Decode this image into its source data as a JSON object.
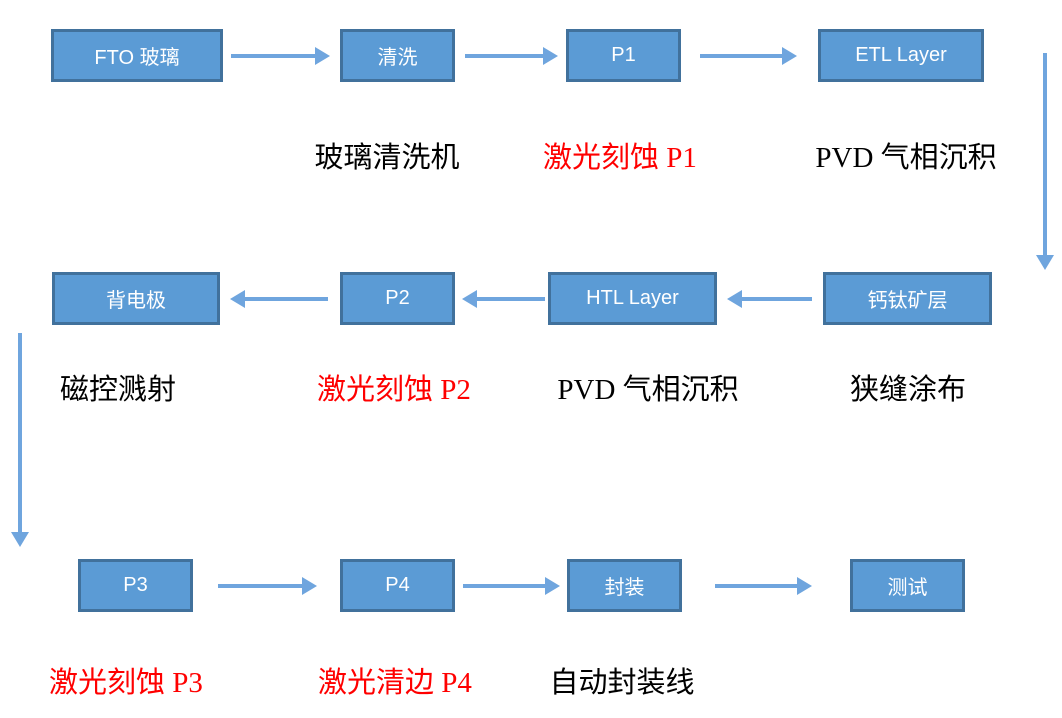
{
  "colors": {
    "box_fill": "#5B9BD5",
    "box_border": "#41719C",
    "arrow": "#6FA5DE",
    "caption_black": "#000000",
    "caption_red": "#FF0000"
  },
  "flow": {
    "rows": [
      {
        "nodes": [
          "FTO 玻璃",
          "清洗",
          "P1",
          "ETL Layer"
        ],
        "captions": [
          {
            "text": "玻璃清洗机",
            "color": "#000000"
          },
          {
            "text": "激光刻蚀 P1",
            "color": "#FF0000"
          },
          {
            "text": "PVD 气相沉积",
            "color": "#000000"
          }
        ]
      },
      {
        "nodes": [
          "背电极",
          "P2",
          "HTL Layer",
          "钙钛矿层"
        ],
        "captions": [
          {
            "text": "磁控溅射",
            "color": "#000000"
          },
          {
            "text": "激光刻蚀 P2",
            "color": "#FF0000"
          },
          {
            "text": "PVD 气相沉积",
            "color": "#000000"
          },
          {
            "text": "狭缝涂布",
            "color": "#000000"
          }
        ]
      },
      {
        "nodes": [
          "P3",
          "P4",
          "封装",
          "测试"
        ],
        "captions": [
          {
            "text": "激光刻蚀 P3",
            "color": "#FF0000"
          },
          {
            "text": "激光清边 P4",
            "color": "#FF0000"
          },
          {
            "text": "自动封装线",
            "color": "#000000"
          }
        ]
      }
    ]
  }
}
